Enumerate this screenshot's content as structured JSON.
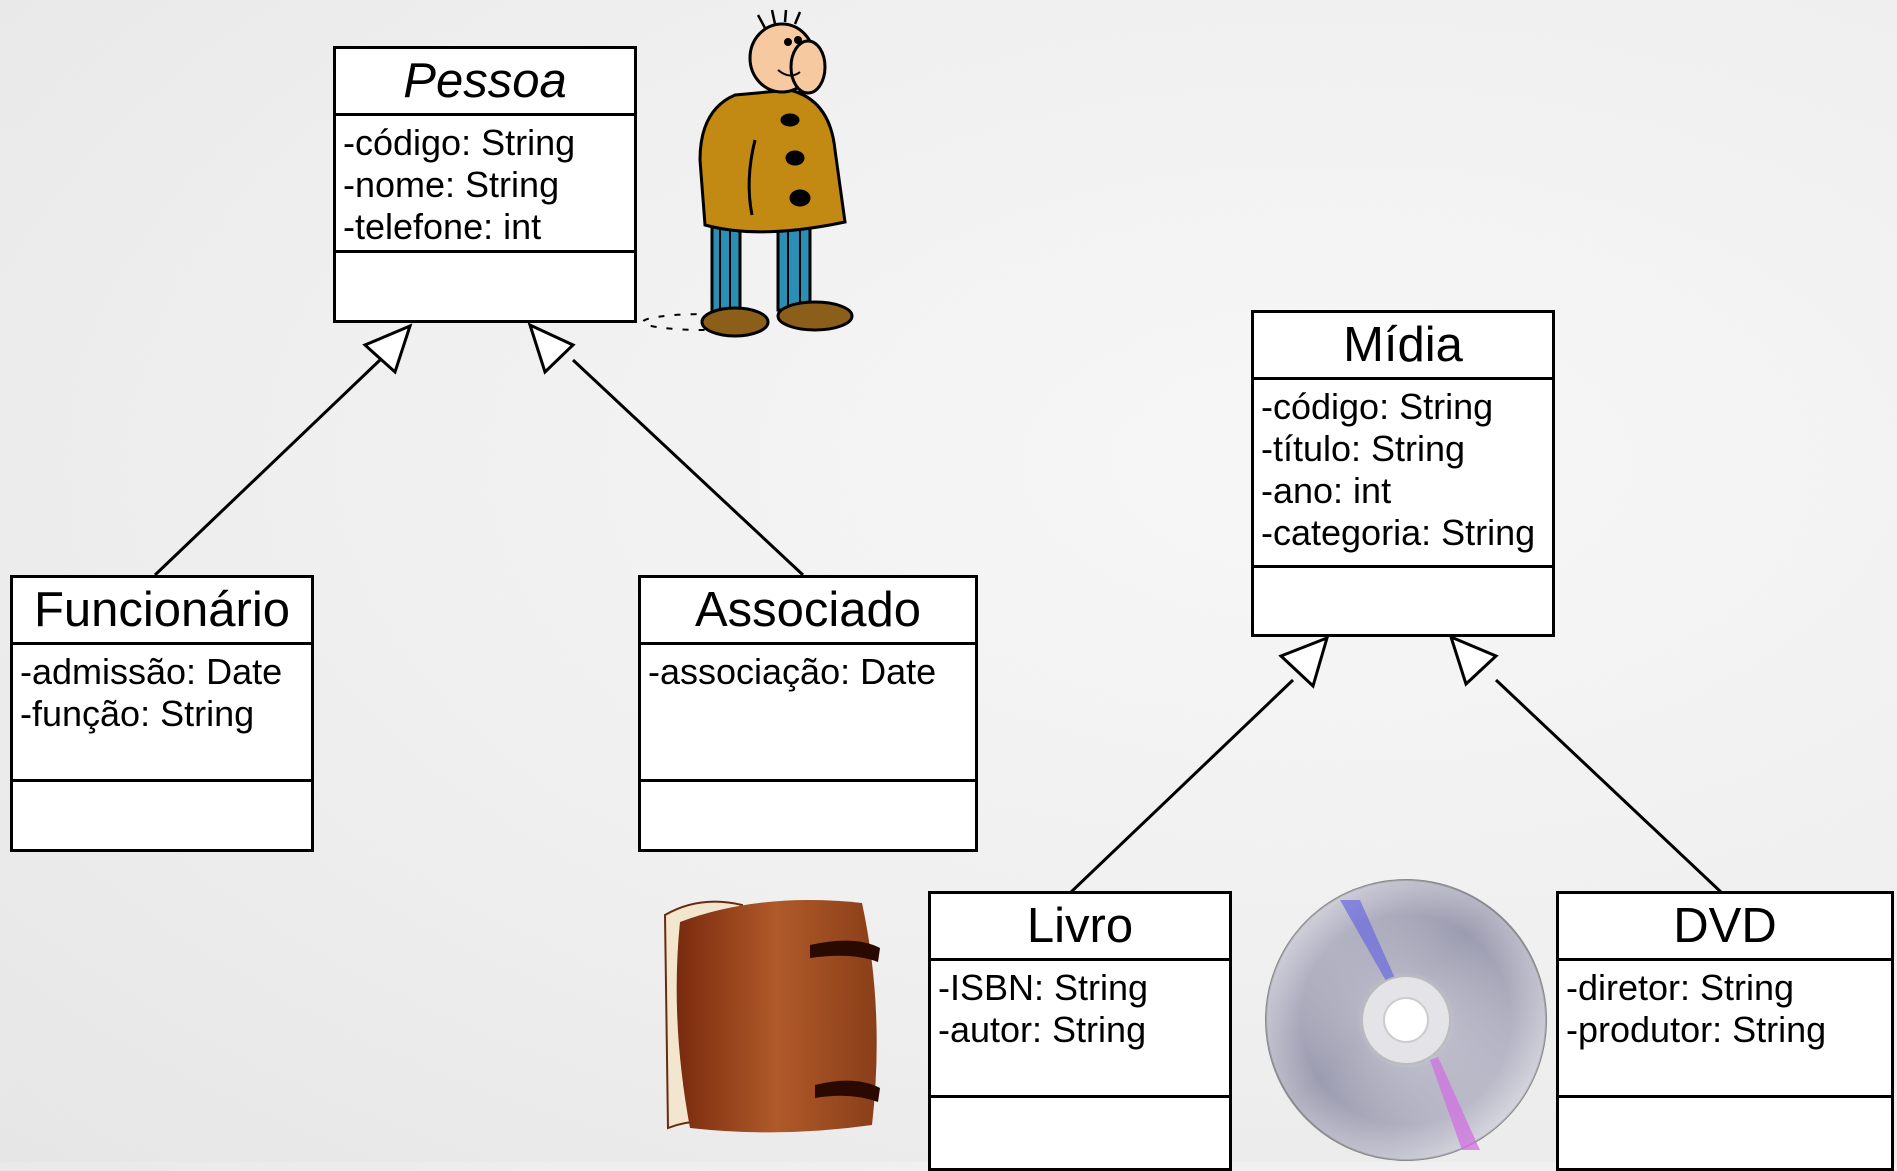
{
  "classes": {
    "pessoa": {
      "name": "Pessoa",
      "attributes": [
        "-código: String",
        "-nome: String",
        "-telefone: int"
      ]
    },
    "funcionario": {
      "name": "Funcionário",
      "attributes": [
        "-admissão: Date",
        "-função: String"
      ]
    },
    "associado": {
      "name": "Associado",
      "attributes": [
        "-associação: Date"
      ]
    },
    "midia": {
      "name": "Mídia",
      "attributes": [
        "-código: String",
        "-título: String",
        "-ano: int",
        "-categoria: String"
      ]
    },
    "livro": {
      "name": "Livro",
      "attributes": [
        "-ISBN: String",
        "-autor: String"
      ]
    },
    "dvd": {
      "name": "DVD",
      "attributes": [
        "-diretor: String",
        "-produtor: String"
      ]
    }
  },
  "relations": [
    {
      "type": "generalization",
      "from": "Funcionário",
      "to": "Pessoa"
    },
    {
      "type": "generalization",
      "from": "Associado",
      "to": "Pessoa"
    },
    {
      "type": "generalization",
      "from": "Livro",
      "to": "Mídia"
    },
    {
      "type": "generalization",
      "from": "DVD",
      "to": "Mídia"
    }
  ],
  "images": [
    "person-clipart-icon",
    "book-clipart-icon",
    "dvd-disc-icon"
  ]
}
